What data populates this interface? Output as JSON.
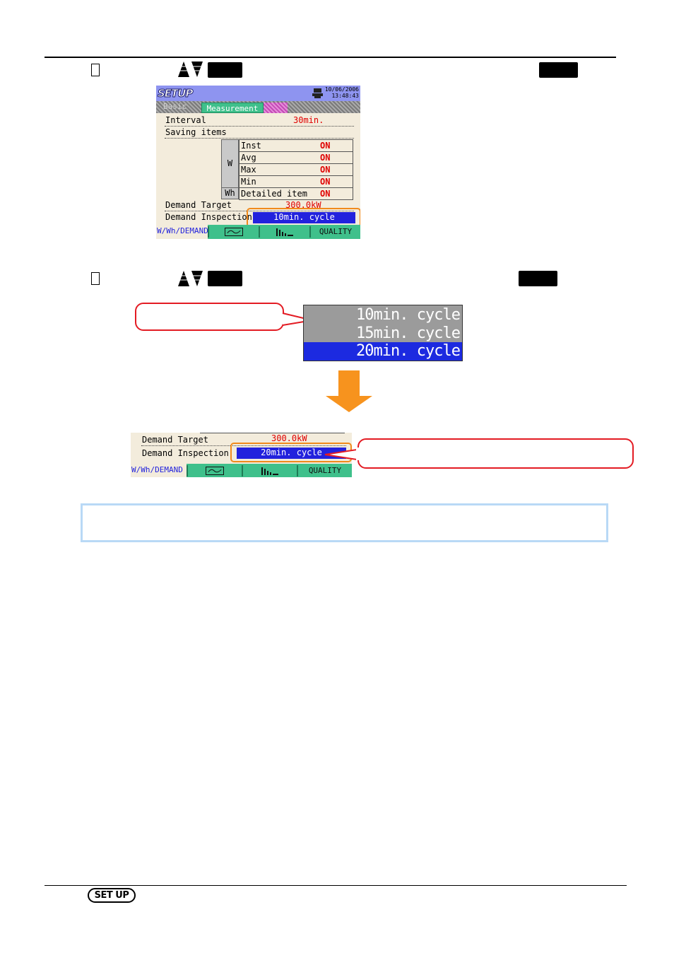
{
  "screen1": {
    "title": "SETUP",
    "date": "10/06/2006",
    "time": "13:48:43",
    "tab_left": "Basic",
    "tab_active": "Measurement",
    "interval_label": "Interval",
    "interval_value": "30min.",
    "saving_items_label": "Saving items",
    "group_w": "W",
    "group_wh": "Wh",
    "items": [
      {
        "name": "Inst",
        "value": "ON"
      },
      {
        "name": "Avg",
        "value": "ON"
      },
      {
        "name": "Max",
        "value": "ON"
      },
      {
        "name": "Min",
        "value": "ON"
      },
      {
        "name": "Detailed item",
        "value": "ON"
      }
    ],
    "demand_target_label": "Demand Target",
    "demand_target_value": "300.0kW",
    "demand_inspection_label": "Demand Inspection",
    "demand_inspection_value": "10min. cycle",
    "bottom_label": "W/Wh/DEMAND",
    "bottom_quality": "QUALITY"
  },
  "dropdown": {
    "options": [
      "10min. cycle",
      "15min. cycle",
      "20min. cycle"
    ],
    "selected_index": 2
  },
  "screen2": {
    "demand_target_label": "Demand Target",
    "demand_target_value": "300.0kW",
    "demand_inspection_label": "Demand Inspection",
    "demand_inspection_value": "20min. cycle",
    "bottom_label": "W/Wh/DEMAND",
    "bottom_quality": "QUALITY"
  },
  "footer": {
    "setup_key": "SET UP"
  },
  "colors": {
    "screen_bg": "#f3ecdc",
    "titlebar": "#8e94f0",
    "tab_active": "#3fc08b",
    "selection_blue": "#2222dd",
    "highlight_orange": "#f08a1c",
    "callout_red": "#e31b23",
    "arrow_orange": "#f7931e",
    "note_border": "#b9d9f6"
  }
}
